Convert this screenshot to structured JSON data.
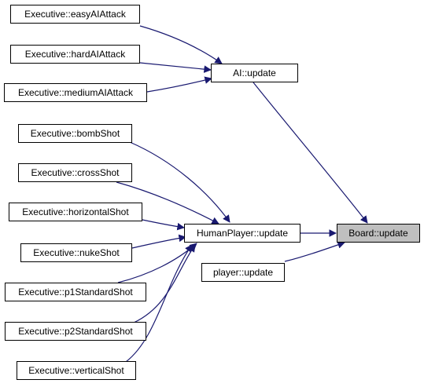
{
  "graph": {
    "colors": {
      "edge": "#191970",
      "node_border": "#000000",
      "highlight_fill": "#bfbfbf"
    },
    "nodes": {
      "easy_ai_attack": "Executive::easyAIAttack",
      "hard_ai_attack": "Executive::hardAIAttack",
      "medium_ai_attack": "Executive::mediumAIAttack",
      "ai_update": "AI::update",
      "bomb_shot": "Executive::bombShot",
      "cross_shot": "Executive::crossShot",
      "horizontal_shot": "Executive::horizontalShot",
      "nuke_shot": "Executive::nukeShot",
      "p1_standard_shot": "Executive::p1StandardShot",
      "p2_standard_shot": "Executive::p2StandardShot",
      "vertical_shot": "Executive::verticalShot",
      "human_player_update": "HumanPlayer::update",
      "player_update": "player::update",
      "board_update": "Board::update"
    }
  }
}
